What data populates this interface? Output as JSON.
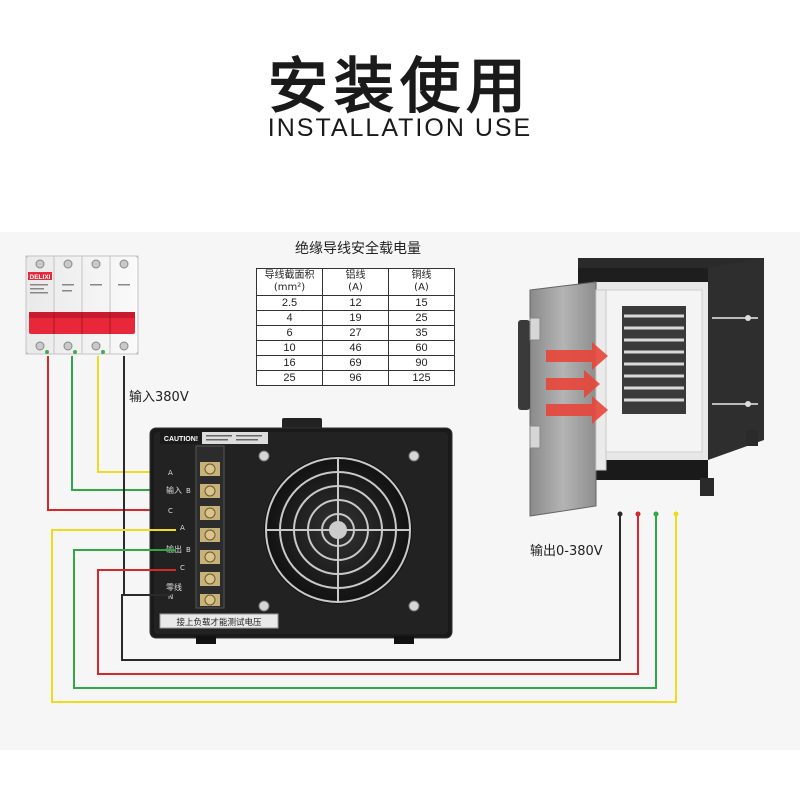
{
  "title": "安装使用",
  "subtitle": "INSTALLATION USE",
  "table": {
    "title": "绝缘导线安全载电量",
    "headers": [
      {
        "name": "导线截面积",
        "unit": "(mm²)"
      },
      {
        "name": "铝线",
        "unit": "(A)"
      },
      {
        "name": "铜线",
        "unit": "(A)"
      }
    ],
    "rows": [
      [
        "2.5",
        "12",
        "15"
      ],
      [
        "4",
        "19",
        "25"
      ],
      [
        "6",
        "27",
        "35"
      ],
      [
        "10",
        "46",
        "60"
      ],
      [
        "16",
        "69",
        "90"
      ],
      [
        "25",
        "96",
        "125"
      ]
    ]
  },
  "labels": {
    "input": "输入380V",
    "output": "输出0-380V"
  },
  "breaker": {
    "brand": "DELIXI"
  },
  "device": {
    "caution": "CAUTION!",
    "terminal_input": "输入",
    "terminal_output": "输出",
    "terminal_neutral": "零线",
    "phase_a": "A",
    "phase_b": "B",
    "phase_c": "C",
    "neutral_n": "N",
    "bottom_plate": "接上负载才能测试电压"
  },
  "colors": {
    "wire_yellow": "#f0dc1e",
    "wire_green": "#2fa84a",
    "wire_red": "#d4282a",
    "wire_black": "#2a2a2a",
    "breaker_red": "#e8283a",
    "arrow_red": "#e8463a"
  }
}
